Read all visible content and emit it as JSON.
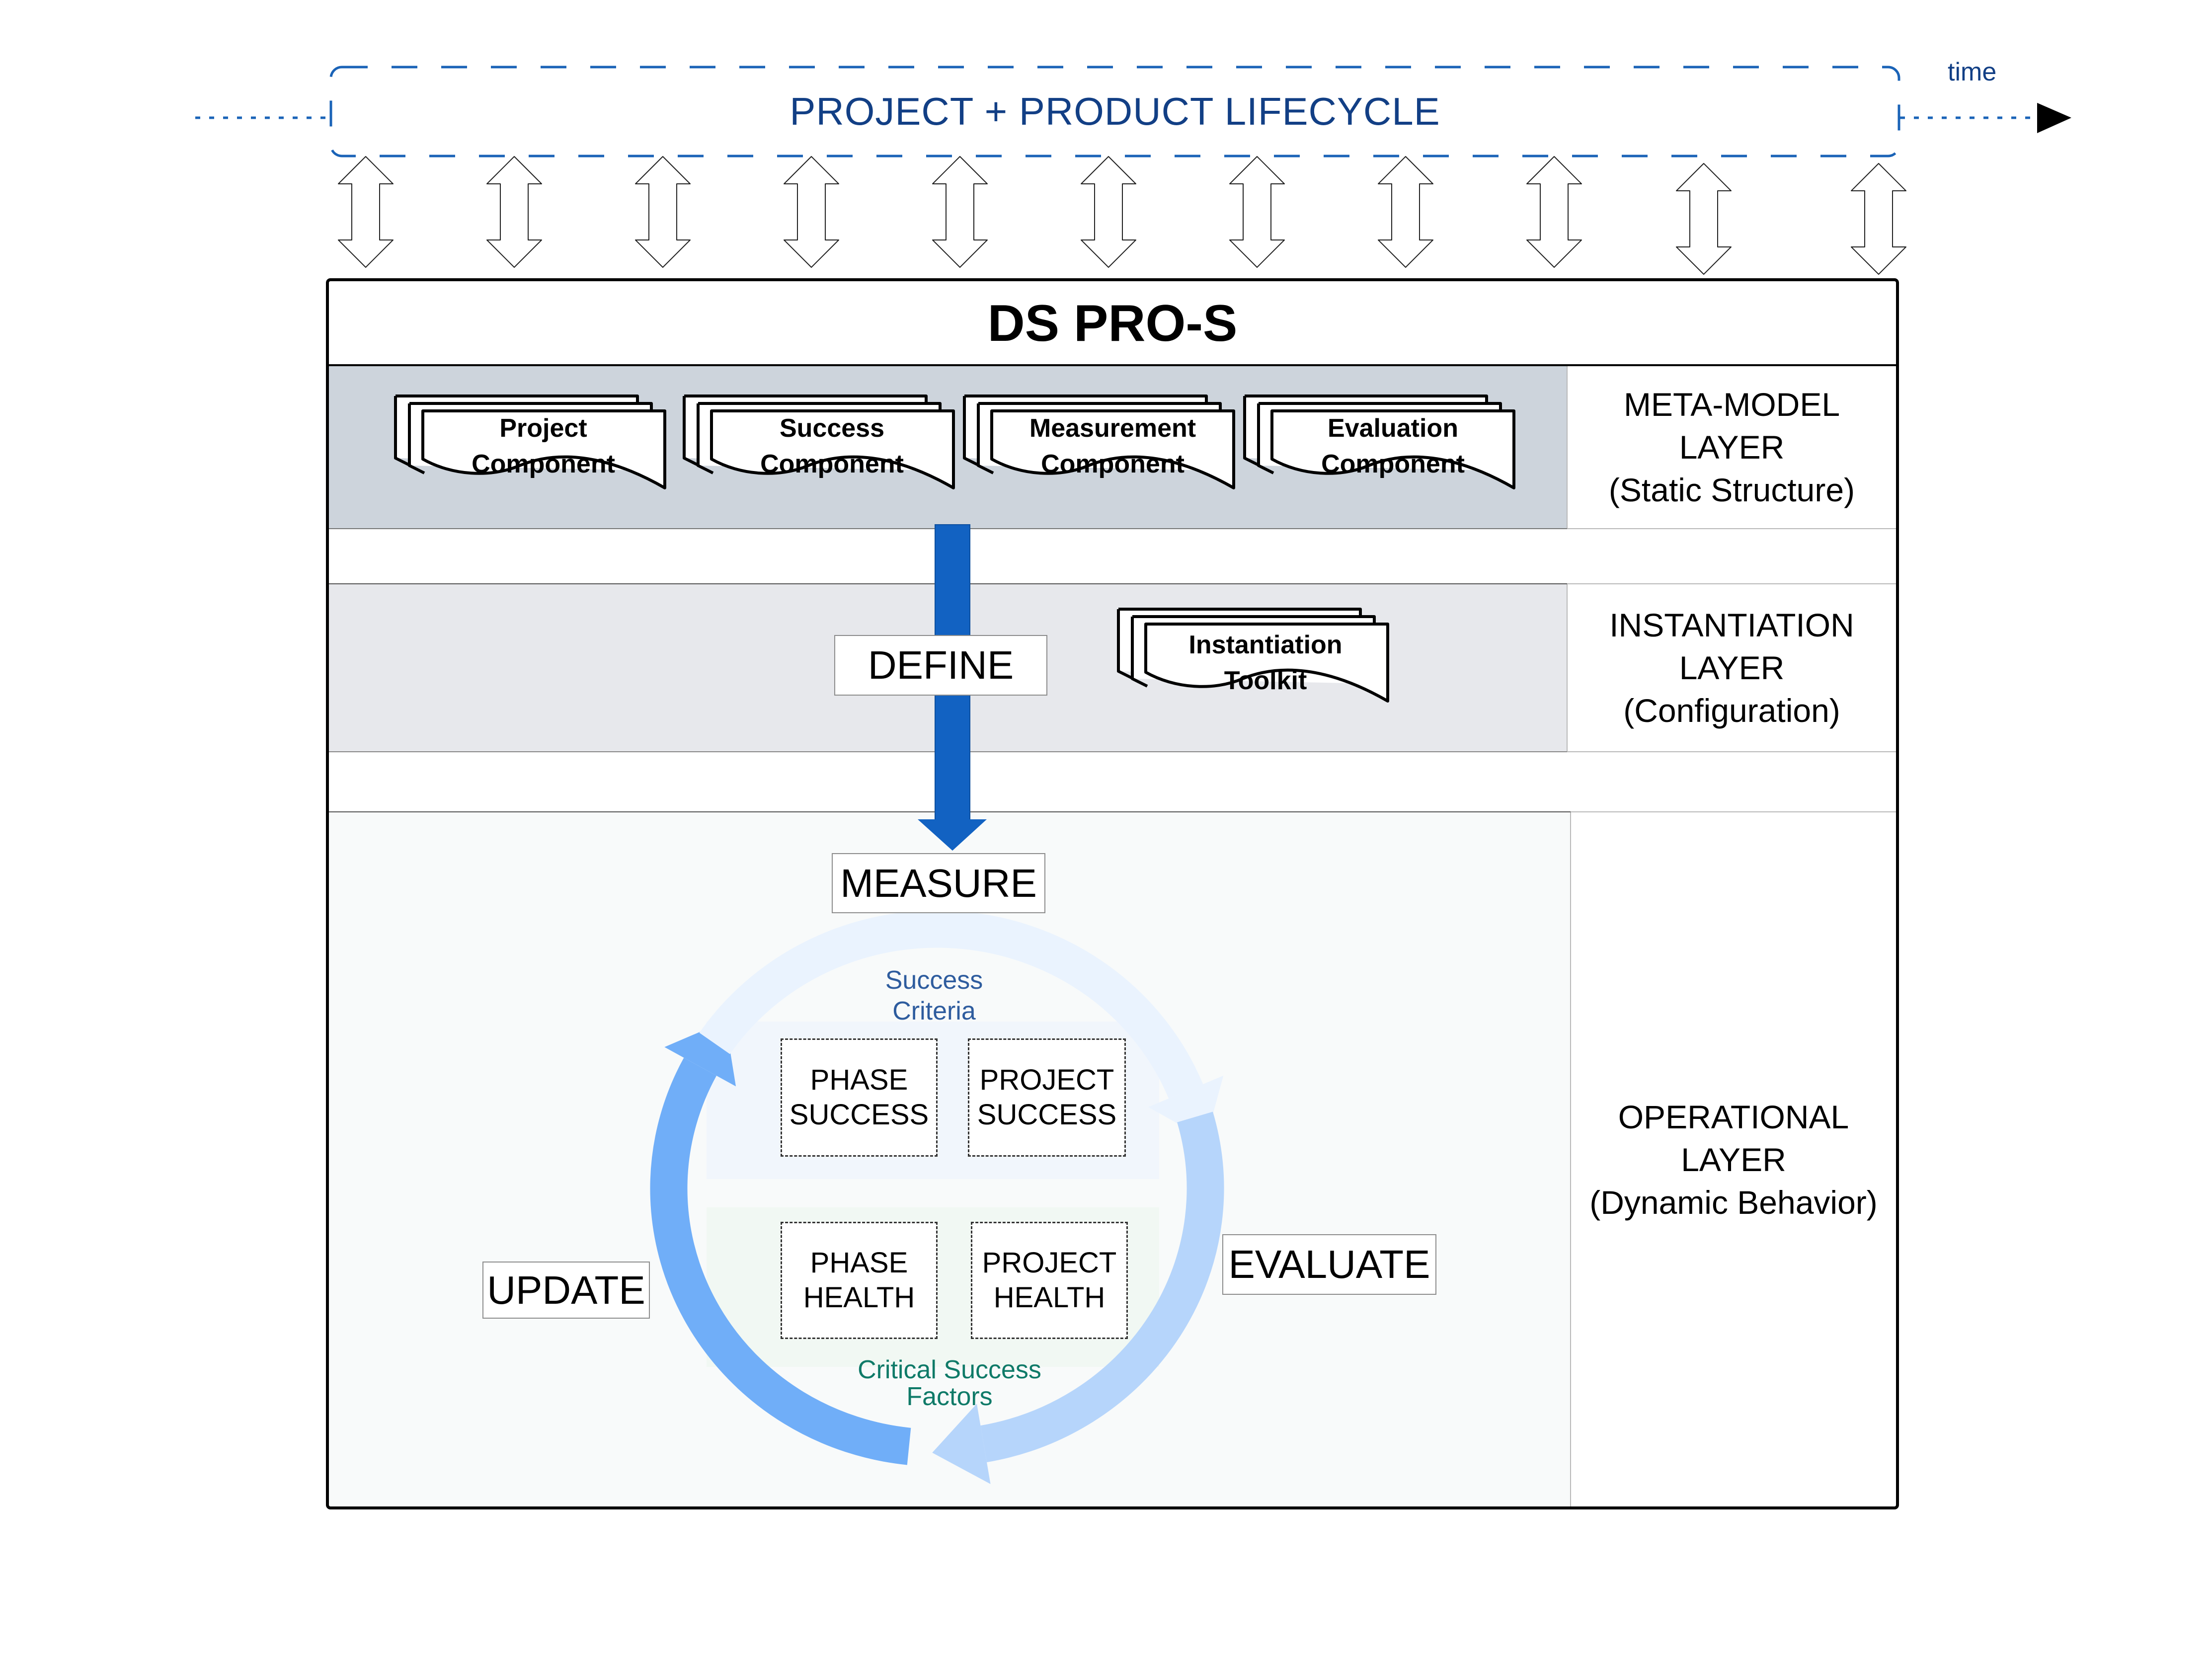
{
  "lifecycle": {
    "title": "PROJECT + PRODUCT LIFECYCLE",
    "time_label": "time",
    "connector_count": 11
  },
  "framework": {
    "title": "DS PRO-S",
    "layers": [
      {
        "id": "meta-model",
        "name": "META-MODEL",
        "word": "LAYER",
        "subtitle": "(Static Structure)"
      },
      {
        "id": "instantiation",
        "name": "INSTANTIATION",
        "word": "LAYER",
        "subtitle": "(Configuration)"
      },
      {
        "id": "operational",
        "name": "OPERATIONAL",
        "word": "LAYER",
        "subtitle": "(Dynamic Behavior)"
      }
    ],
    "meta_components": [
      {
        "line1": "Project",
        "line2": "Component"
      },
      {
        "line1": "Success",
        "line2": "Component"
      },
      {
        "line1": "Measurement",
        "line2": "Component"
      },
      {
        "line1": "Evaluation",
        "line2": "Component"
      }
    ],
    "toolkit": {
      "line1": "Instantiation",
      "line2": "Toolkit"
    },
    "define_label": "DEFINE"
  },
  "cycle": {
    "stages": {
      "measure": "MEASURE",
      "evaluate": "EVALUATE",
      "update": "UPDATE"
    },
    "success_criteria": {
      "line1": "Success",
      "line2": "Criteria",
      "items": [
        {
          "line1": "PHASE",
          "line2": "SUCCESS"
        },
        {
          "line1": "PROJECT",
          "line2": "SUCCESS"
        }
      ]
    },
    "critical_success_factors": {
      "line1": "Critical Success",
      "line2": "Factors",
      "items": [
        {
          "line1": "PHASE",
          "line2": "HEALTH"
        },
        {
          "line1": "PROJECT",
          "line2": "HEALTH"
        }
      ]
    }
  },
  "colors": {
    "lifecycle_blue": "#1A63B7",
    "lifecycle_text": "#123F85",
    "define_arrow": "#1262C2",
    "meta_layer_bg": "#CDD4DC",
    "instantiation_layer_bg": "#E7E8EC",
    "operational_layer_bg": "#F8FAFA",
    "ring_top": "#EAF3FE",
    "ring_right": "#B6D5FB",
    "ring_left": "#70AEF8",
    "success_criteria_text": "#2E5C9E",
    "csf_text": "#0F7A68"
  }
}
